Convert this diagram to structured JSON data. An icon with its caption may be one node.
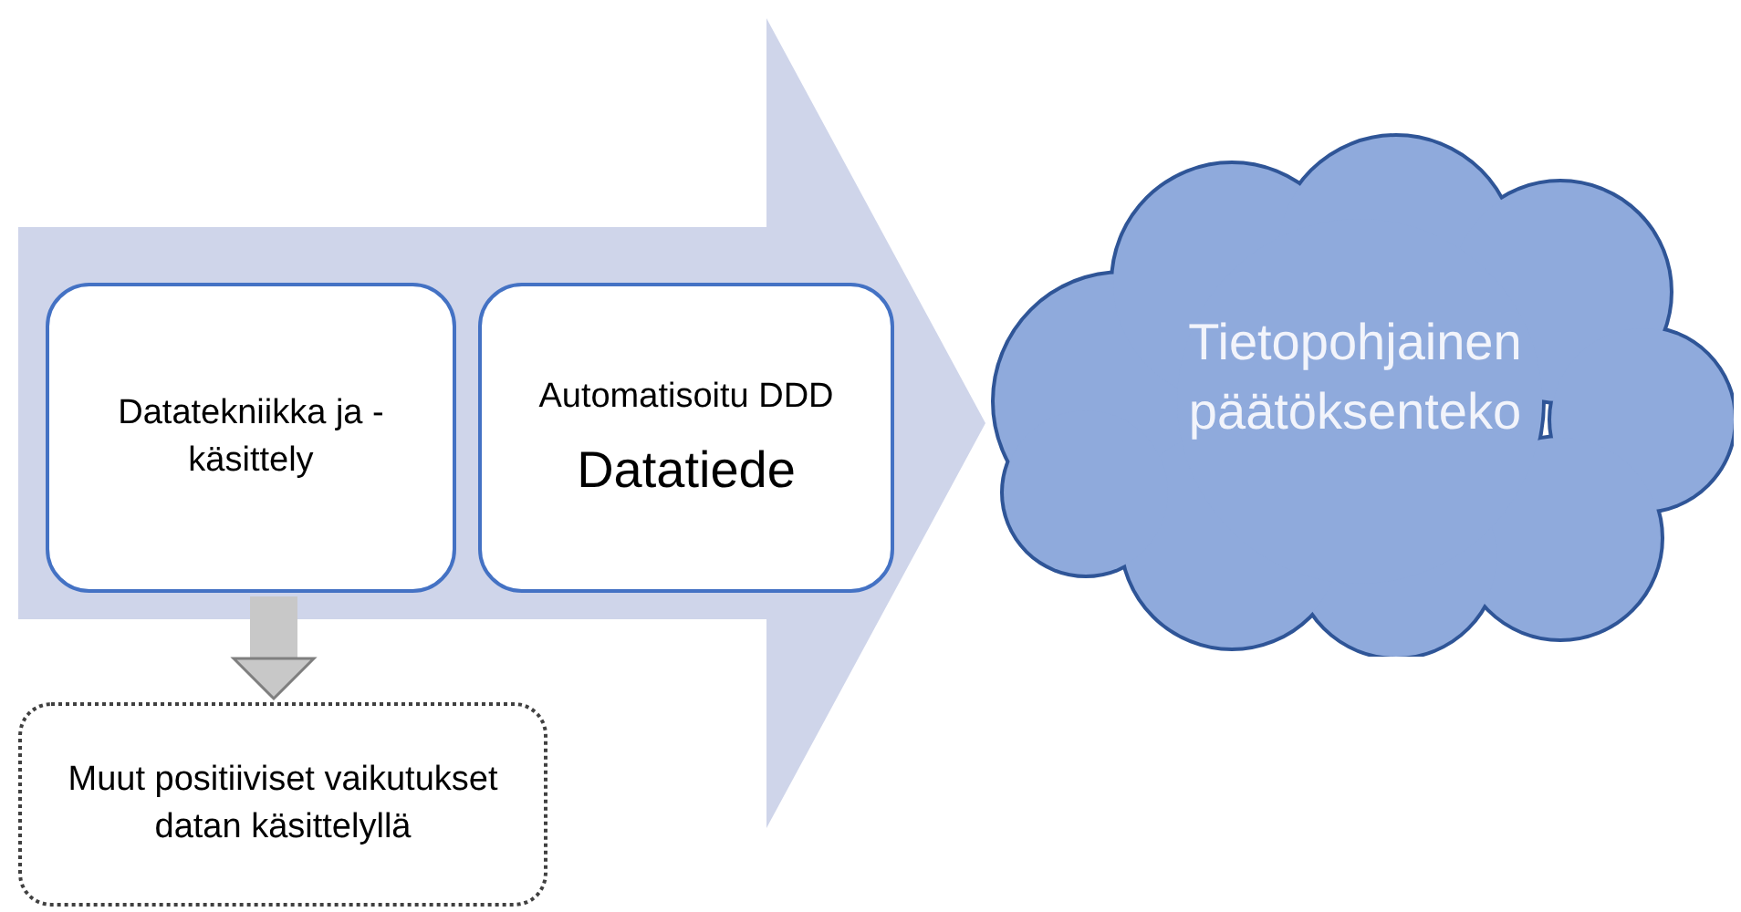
{
  "diagram": {
    "nodes": [
      {
        "text": [
          "Datatekniikka ja -käsittely"
        ]
      },
      {
        "text": [
          "Automatisoitu DDD",
          "Datatiede"
        ]
      },
      {
        "text": [
          "Tietopohjainen päätöksenteko"
        ]
      },
      {
        "text": [
          "Muut positiiviset vaikutukset datan käsittelyllä"
        ]
      }
    ],
    "edges": [
      {
        "from": null,
        "to": 2,
        "arrow": "to",
        "style": "thick",
        "color": "#cfd5ea"
      },
      {
        "from": 0,
        "to": 3,
        "arrow": "to",
        "color": "#c8c8c8"
      }
    ]
  }
}
